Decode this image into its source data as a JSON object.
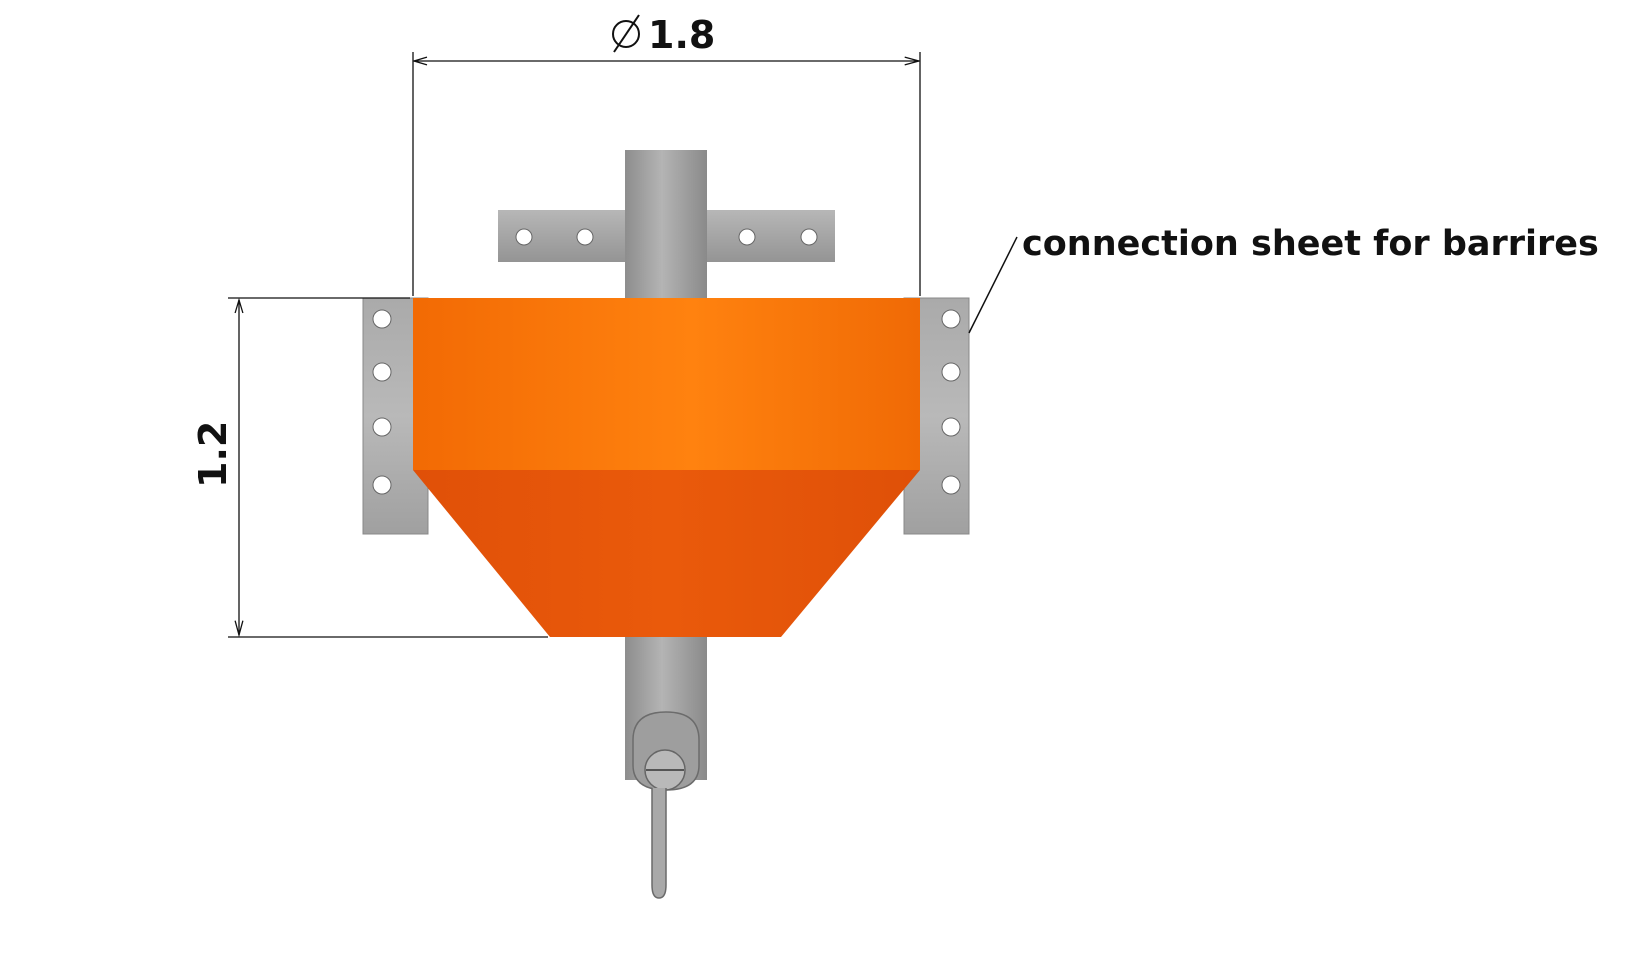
{
  "dimensions": {
    "diameter": {
      "symbol": "∅",
      "value": "1.8"
    },
    "height": {
      "value": "1.2"
    }
  },
  "callout": {
    "label": "connection sheet for barrires"
  },
  "colors": {
    "float_body_top": "#ff7a05",
    "float_body_bottom": "#e8570a",
    "steel": "#a3a3a3",
    "dimension_line": "#111111"
  },
  "icons": [
    "diameter-symbol"
  ]
}
